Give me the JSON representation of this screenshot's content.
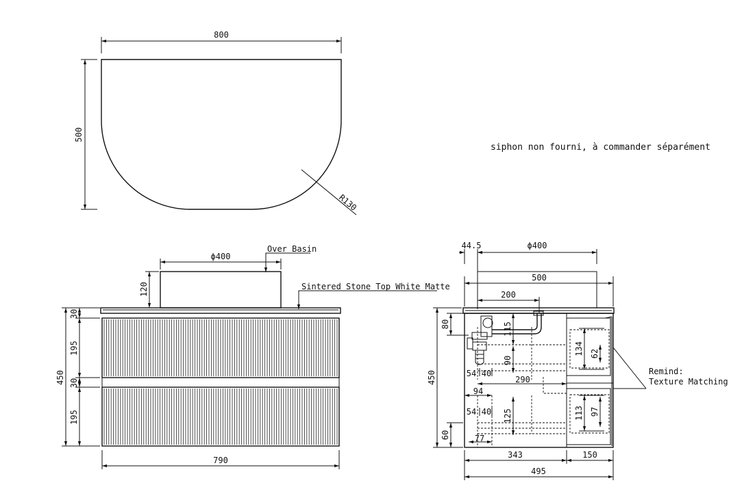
{
  "colors": {
    "line": "#111111",
    "background": "#ffffff"
  },
  "note_siphon": "siphon non fourni, à commander séparément",
  "top_view": {
    "width": "800",
    "depth": "500",
    "radius": "R130"
  },
  "front_view": {
    "basin_dia": "ϕ400",
    "basin_label": "Over Basin",
    "basin_height": "120",
    "top_label": "Sintered Stone Top White Matte",
    "left_dims": [
      "30",
      "195",
      "30",
      "195"
    ],
    "total_height": "450",
    "width": "790"
  },
  "side_view": {
    "offset": "44.5",
    "basin_dia": "ϕ400",
    "basin_depth": "500",
    "d200": "200",
    "d80": "80",
    "d115": "115",
    "d134": "134",
    "d62": "62",
    "d90": "90",
    "d54a": "54",
    "d40a": "40",
    "d290": "290",
    "d94": "94",
    "d54b": "54",
    "d40b": "40",
    "d125": "125",
    "d113": "113",
    "d97": "97",
    "d60": "60",
    "d77": "77",
    "total_height": "450",
    "d343": "343",
    "d150": "150",
    "d495": "495",
    "remind_1": "Remind:",
    "remind_2": "Texture Matching"
  }
}
